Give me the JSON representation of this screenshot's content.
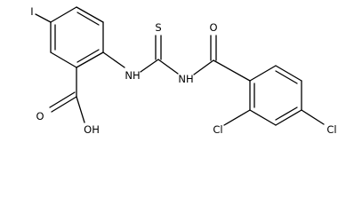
{
  "atoms": {
    "iodine": "I",
    "oh": "OH",
    "carboxyl_o": "O",
    "nh_left": "NH",
    "thione_s": "S",
    "nh_right": "NH",
    "amide_o": "O",
    "cl_ortho": "Cl",
    "cl_para": "Cl"
  },
  "colors": {
    "bond": "#000000",
    "label": "#000000",
    "background": "#ffffff"
  }
}
